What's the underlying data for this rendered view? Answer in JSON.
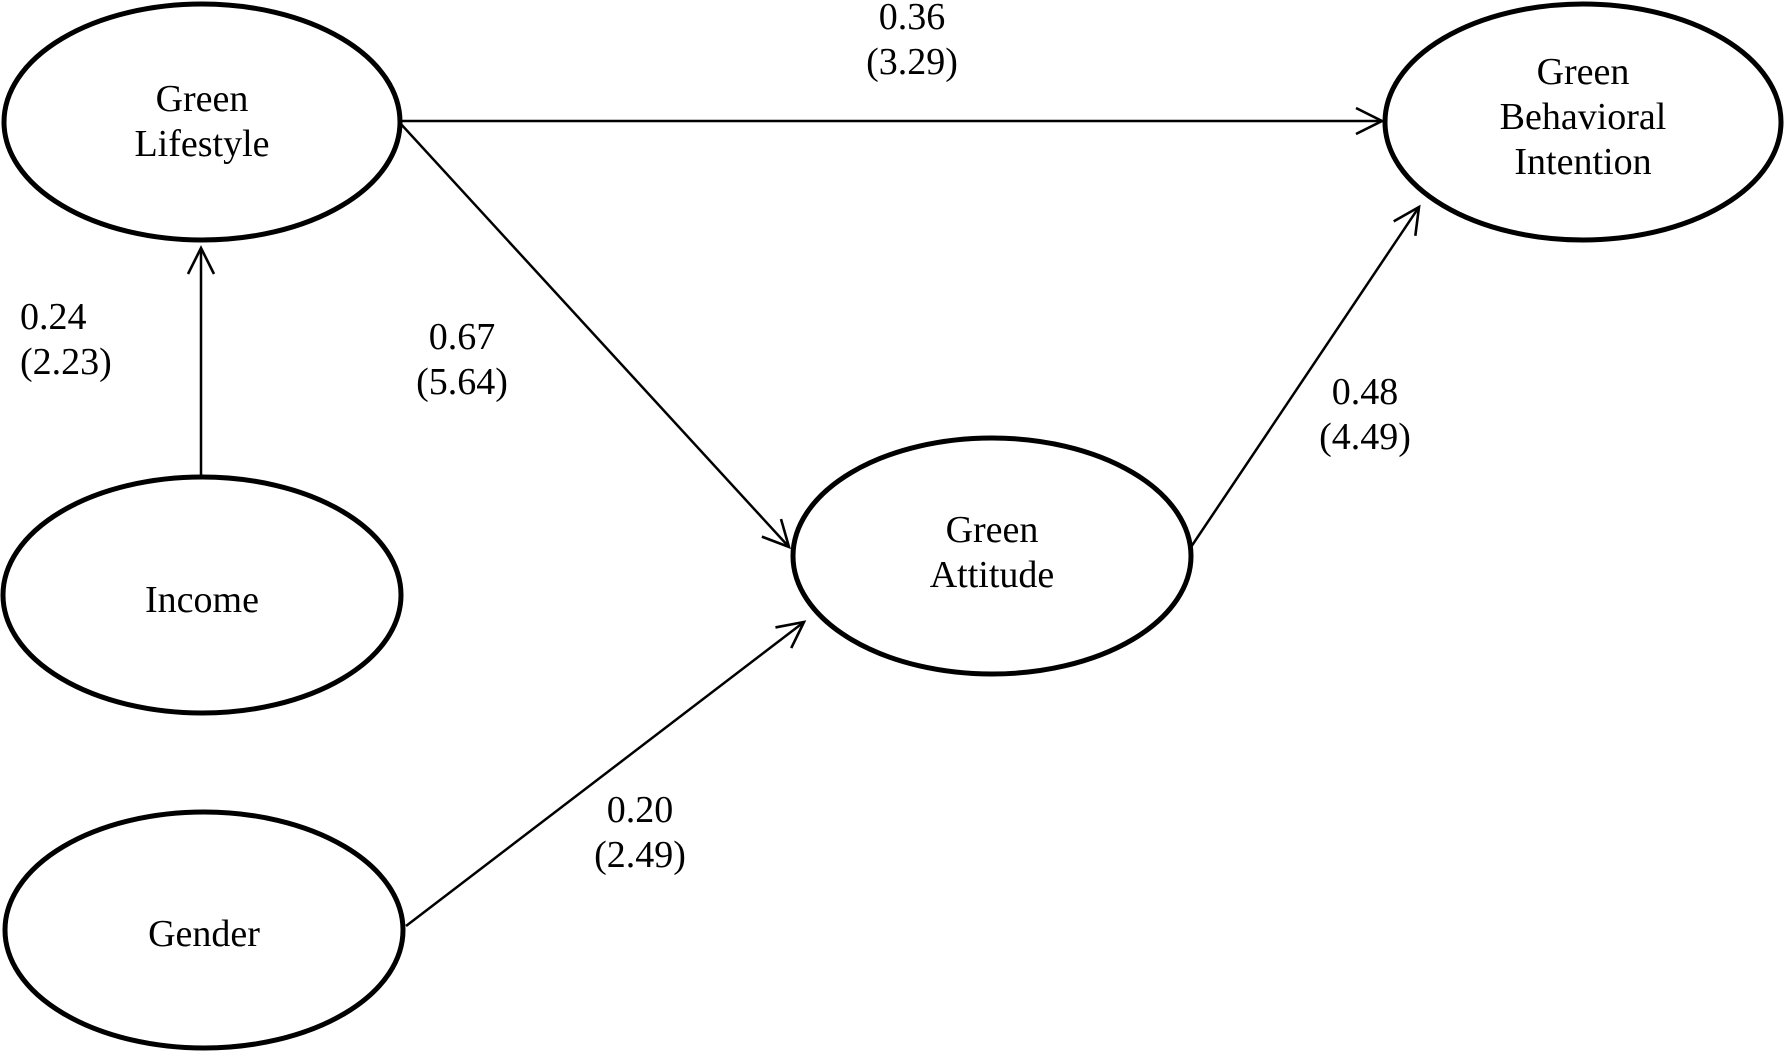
{
  "diagram": {
    "type": "path-model",
    "colors": {
      "background": "#ffffff",
      "node_fill": "#ffffff",
      "stroke": "#000000",
      "text": "#000000"
    },
    "nodes": [
      {
        "id": "green-lifestyle",
        "label": "Green\nLifestyle"
      },
      {
        "id": "green-behavioral-intention",
        "label": "Green\nBehavioral\nIntention"
      },
      {
        "id": "income",
        "label": "Income"
      },
      {
        "id": "gender",
        "label": "Gender"
      },
      {
        "id": "green-attitude",
        "label": "Green\nAttitude"
      }
    ],
    "edges": [
      {
        "from": "Income",
        "to": "Green Lifestyle",
        "coefficient": "0.24",
        "t_value": "(2.23)",
        "label": "0.24\n(2.23)"
      },
      {
        "from": "Green Lifestyle",
        "to": "Green Behavioral Intention",
        "coefficient": "0.36",
        "t_value": "(3.29)",
        "label": "0.36\n(3.29)"
      },
      {
        "from": "Green Lifestyle",
        "to": "Green Attitude",
        "coefficient": "0.67",
        "t_value": "(5.64)",
        "label": "0.67\n(5.64)"
      },
      {
        "from": "Gender",
        "to": "Green Attitude",
        "coefficient": "0.20",
        "t_value": "(2.49)",
        "label": "0.20\n(2.49)"
      },
      {
        "from": "Green Attitude",
        "to": "Green Behavioral Intention",
        "coefficient": "0.48",
        "t_value": "(4.49)",
        "label": "0.48\n(4.49)"
      }
    ]
  }
}
